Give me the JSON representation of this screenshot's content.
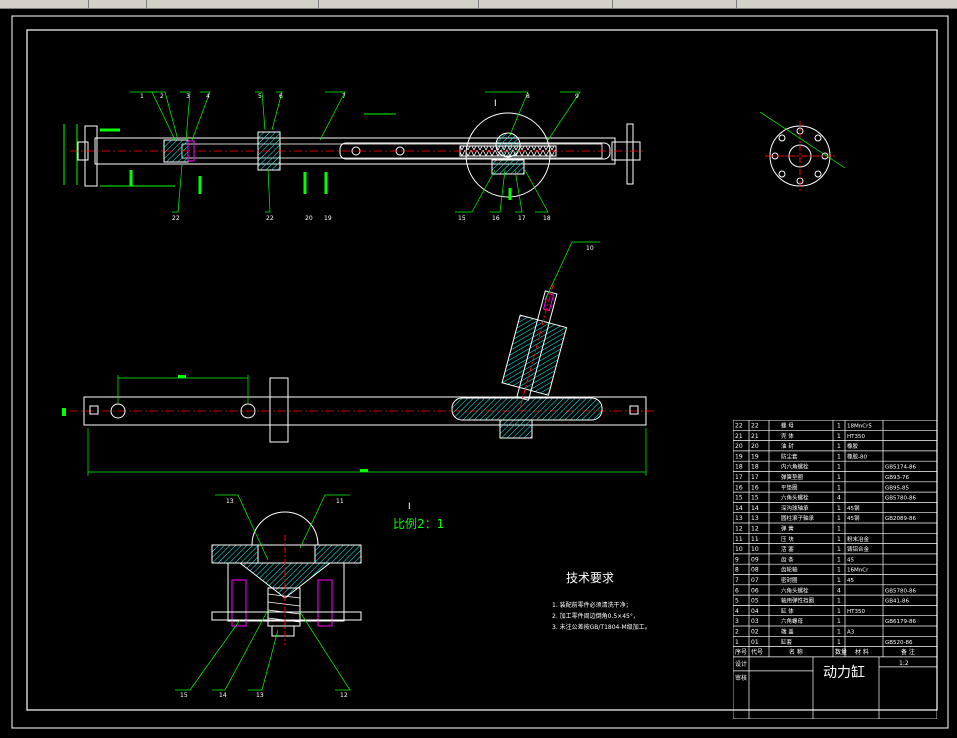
{
  "drawing": {
    "title": "动力缸",
    "scale_value": "1:2",
    "detail_mark": "I",
    "detail_label": "I",
    "detail_scale": "比例2：1",
    "tech": {
      "heading": "技术要求",
      "items": [
        "1. 装配前零件必须清洗干净；",
        "2. 加工零件周边倒角0.5×45°，",
        "3. 未注公差按GB/T1804-M级加工。"
      ]
    },
    "bom": [
      {
        "seq": "22",
        "code": "22",
        "name": "螺 母",
        "qty": "1",
        "material": "18MnCr5",
        "std": ""
      },
      {
        "seq": "21",
        "code": "21",
        "name": "壳 体",
        "qty": "1",
        "material": "HT350",
        "std": ""
      },
      {
        "seq": "20",
        "code": "20",
        "name": "油 封",
        "qty": "1",
        "material": "橡胶",
        "std": ""
      },
      {
        "seq": "19",
        "code": "19",
        "name": "防尘套",
        "qty": "1",
        "material": "橡胶-80",
        "std": ""
      },
      {
        "seq": "18",
        "code": "18",
        "name": "内六角螺栓",
        "qty": "1",
        "material": "",
        "std": "GB5174-86"
      },
      {
        "seq": "17",
        "code": "17",
        "name": "弹簧垫圈",
        "qty": "1",
        "material": "",
        "std": "GB93-76"
      },
      {
        "seq": "16",
        "code": "16",
        "name": "平垫圈",
        "qty": "1",
        "material": "",
        "std": "GB95-85"
      },
      {
        "seq": "15",
        "code": "15",
        "name": "六角头螺栓",
        "qty": "4",
        "material": "",
        "std": "GB5780-86"
      },
      {
        "seq": "14",
        "code": "14",
        "name": "深沟球轴承",
        "qty": "1",
        "material": "45钢",
        "std": ""
      },
      {
        "seq": "13",
        "code": "13",
        "name": "圆柱滚子轴承",
        "qty": "1",
        "material": "45钢",
        "std": "GB2089-86"
      },
      {
        "seq": "12",
        "code": "12",
        "name": "弹 簧",
        "qty": "1",
        "material": "",
        "std": ""
      },
      {
        "seq": "11",
        "code": "11",
        "name": "压 块",
        "qty": "1",
        "material": "粉末冶金",
        "std": ""
      },
      {
        "seq": "10",
        "code": "10",
        "name": "活 塞",
        "qty": "1",
        "material": "铸铝合金",
        "std": ""
      },
      {
        "seq": "9",
        "code": "09",
        "name": "齿 条",
        "qty": "1",
        "material": "45",
        "std": ""
      },
      {
        "seq": "8",
        "code": "08",
        "name": "齿轮轴",
        "qty": "1",
        "material": "16MnCr",
        "std": ""
      },
      {
        "seq": "7",
        "code": "07",
        "name": "密封圈",
        "qty": "1",
        "material": "45",
        "std": ""
      },
      {
        "seq": "6",
        "code": "06",
        "name": "六角头螺栓",
        "qty": "4",
        "material": "",
        "std": "GB5780-86"
      },
      {
        "seq": "5",
        "code": "05",
        "name": "轴用弹性挡圈",
        "qty": "1",
        "material": "",
        "std": "GB41-86"
      },
      {
        "seq": "4",
        "code": "04",
        "name": "缸 体",
        "qty": "1",
        "material": "HT350",
        "std": ""
      },
      {
        "seq": "3",
        "code": "03",
        "name": "六角螺母",
        "qty": "1",
        "material": "",
        "std": "GB6179-86"
      },
      {
        "seq": "2",
        "code": "02",
        "name": "端 盖",
        "qty": "1",
        "material": "A3",
        "std": ""
      },
      {
        "seq": "1",
        "code": "01",
        "name": "缸套",
        "qty": "1",
        "material": "",
        "std": "GB520-86"
      }
    ],
    "bom_header": {
      "seq": "序号",
      "code": "代号",
      "name": "名 称",
      "qty": "数量",
      "material": "材 料",
      "note": "备 注"
    },
    "block_labels": {
      "design": "设计",
      "check": "审核"
    },
    "balloons_top": [
      "1",
      "2",
      "3",
      "4",
      "5",
      "6",
      "7",
      "8",
      "9",
      "15",
      "16",
      "17",
      "18",
      "22",
      "22",
      "20",
      "19"
    ],
    "balloon_pinion": "10",
    "balloons_detail": [
      "13",
      "11",
      "15",
      "14",
      "13",
      "12"
    ]
  },
  "colors": {
    "outline": "#ffffff",
    "green": "#00ff00",
    "red": "#ff0000",
    "magenta": "#ff00ff",
    "cyan": "#00ffff",
    "hatch": "#00ffff",
    "yellow": "#ffff00"
  }
}
